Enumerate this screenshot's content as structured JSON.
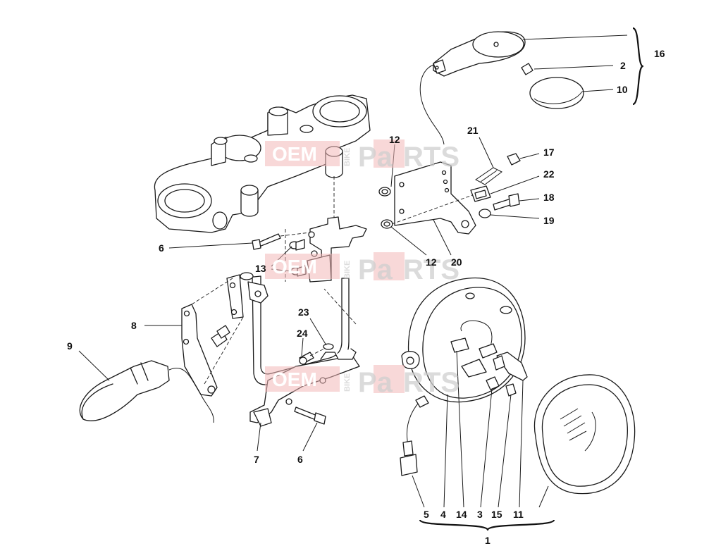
{
  "callouts": {
    "c1": "1",
    "c2": "2",
    "c3": "3",
    "c4": "4",
    "c5": "5",
    "c6a": "6",
    "c6b": "6",
    "c7": "7",
    "c8": "8",
    "c9": "9",
    "c10": "10",
    "c11": "11",
    "c12a": "12",
    "c12b": "12",
    "c13": "13",
    "c14": "14",
    "c15": "15",
    "c16": "16",
    "c17": "17",
    "c18": "18",
    "c19": "19",
    "c20": "20",
    "c21": "21",
    "c22": "22",
    "c23": "23",
    "c24": "24"
  },
  "watermark": {
    "oem": "OEM",
    "bike": "BIKE",
    "pa": "Pa",
    "rts": "RTS"
  },
  "colors": {
    "ink": "#1a1a1a",
    "watermark": "#e8a0a0"
  }
}
